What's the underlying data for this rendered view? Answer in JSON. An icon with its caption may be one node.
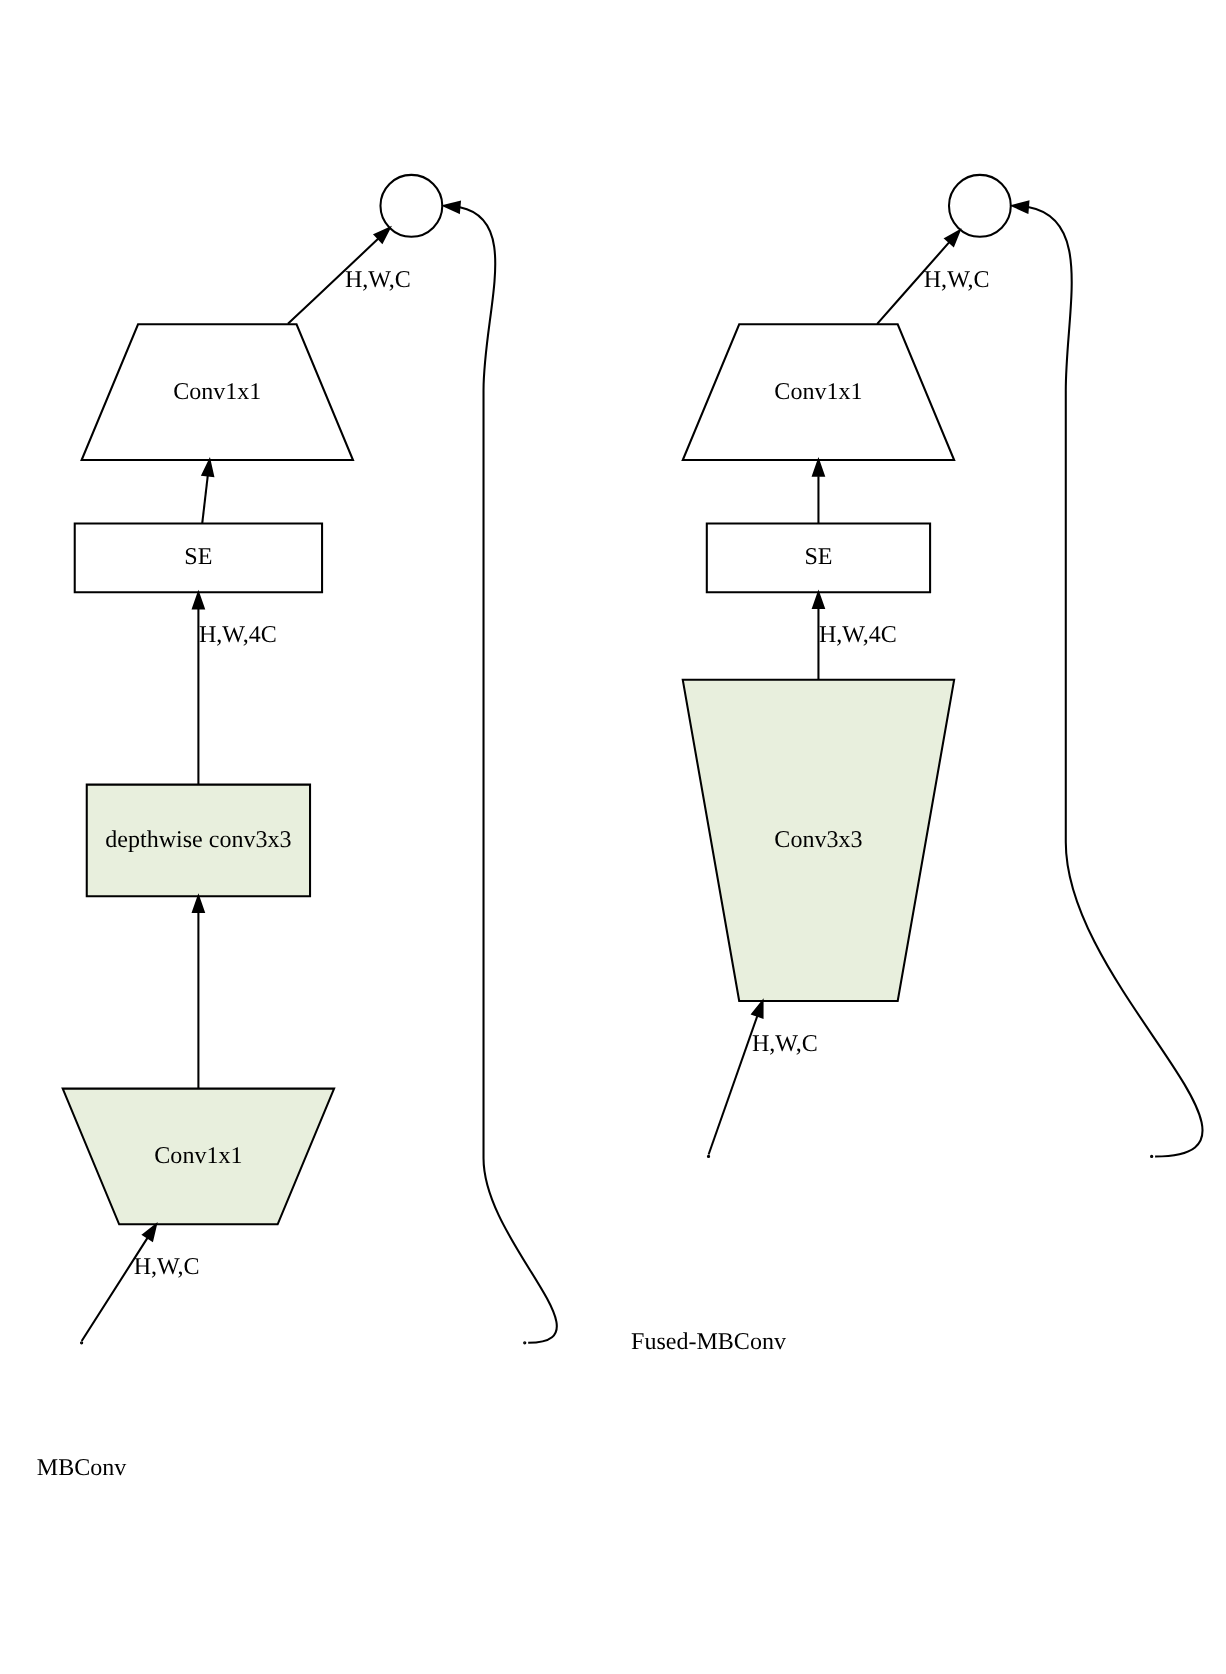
{
  "diagram": {
    "nodes": [
      {
        "text": [],
        "shape": "circle"
      },
      {
        "text": [
          "Conv1x1"
        ]
      },
      {
        "text": [
          "SE"
        ]
      },
      {
        "text": [
          "depthwise conv3x3"
        ]
      },
      {
        "text": [
          "Conv1x1"
        ]
      },
      {
        "text": [],
        "shape": "circle"
      },
      {
        "text": [
          "Conv1x1"
        ]
      },
      {
        "text": [
          "SE"
        ]
      },
      {
        "text": [
          "Conv3x3"
        ]
      }
    ],
    "edges": [
      {
        "from": null,
        "to": 4,
        "arrow": "to",
        "label": "H,W,C"
      },
      {
        "from": 4,
        "to": 3,
        "arrow": "to"
      },
      {
        "from": 3,
        "to": 2,
        "arrow": "to",
        "label": "H,W,4C"
      },
      {
        "from": 2,
        "to": 1,
        "arrow": "to"
      },
      {
        "from": 1,
        "to": 0,
        "arrow": "to",
        "label": "H,W,C"
      },
      {
        "from": null,
        "to": 0,
        "arrow": "to"
      },
      {
        "from": null,
        "to": 8,
        "arrow": "to",
        "label": "H,W,C"
      },
      {
        "from": 8,
        "to": 7,
        "arrow": "to",
        "label": "H,W,4C"
      },
      {
        "from": 7,
        "to": 6,
        "arrow": "to"
      },
      {
        "from": 6,
        "to": 5,
        "arrow": "to",
        "label": "H,W,C"
      },
      {
        "from": null,
        "to": 5,
        "arrow": "to"
      }
    ],
    "labels": [
      "MBConv",
      "Fused-MBConv"
    ]
  }
}
